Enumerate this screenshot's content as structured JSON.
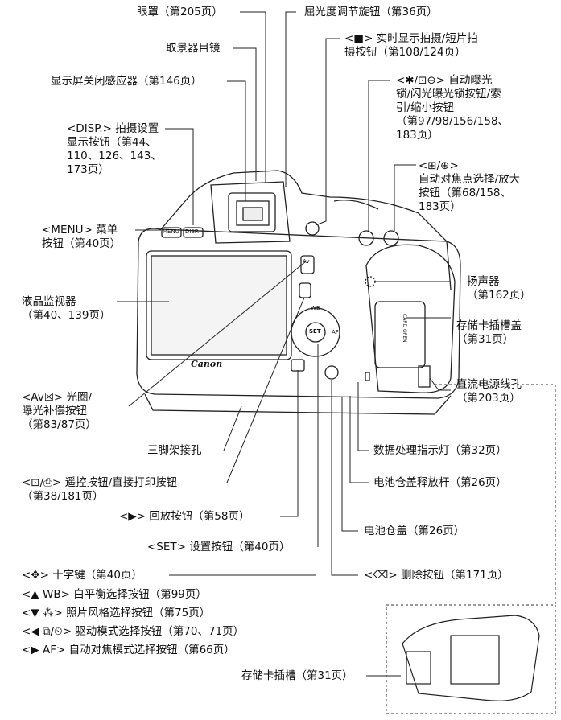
{
  "labels": {
    "eyecup": "眼罩（第205页）",
    "diopter": "屈光度调节旋钮（第36页）",
    "viewfinder_eyepiece": "取景器目镜",
    "liveview_button": "<■> 实时显示拍摄/短片拍\n摄按钮（第108/124页）",
    "display_off_sensor": "显示屏关闭感应器（第146页）",
    "ae_lock_button": "<✱/⊡⊖> 自动曝光\n锁/闪光曝光锁按钮/索\n引/缩小按钮\n（第97/98/156/158、\n183页）",
    "disp_button": "<DISP.> 拍摄设置\n显示按钮（第44、\n110、126、143、\n173页）",
    "af_point_button": "<⊞/⊕>\n自动对焦点选择/放大\n按钮（第68/158、\n183页）",
    "menu_button": "<MENU> 菜单\n按钮（第40页）",
    "speaker": "扬声器\n（第162页）",
    "lcd_monitor": "液晶监视器\n（第40、139页）",
    "card_slot_cover": "存储卡插槽盖\n（第31页）",
    "dc_cord_hole": "直流电源线孔\n（第203页）",
    "av_button": "<Av☒> 光圈/\n曝光补偿按钮\n（第83/87页）",
    "tripod_socket": "三脚架接孔",
    "access_lamp": "数据处理指示灯（第32页）",
    "remote_print_button": "<⊡/⎙> 遥控按钮/直接打印按钮\n（第38/181页）",
    "battery_cover_lever": "电池仓盖释放杆（第26页）",
    "playback_button": "<▶> 回放按钮（第58页）",
    "battery_cover": "电池仓盖（第26页）",
    "set_button": "<SET> 设置按钮（第40页）",
    "cross_keys": "<✥> 十字键（第40页）",
    "erase_button": "<⌫> 删除按钮（第171页）",
    "wb_button": "<▲ WB> 白平衡选择按钮（第99页）",
    "picture_style_button": "<▼ ⁂> 照片风格选择按钮（第75页）",
    "drive_mode_button": "<◀ ⧉/⏲> 驱动模式选择按钮（第70、71页）",
    "af_mode_button": "<▶ AF> 自动对焦模式选择按钮（第66页）",
    "card_slot": "存储卡插槽（第31页）"
  },
  "camera": {
    "brand": "Canon",
    "menu_key": "MENU",
    "disp_key": "DISP.",
    "set_key": "SET",
    "wb_key": "WB",
    "af_key": "AF",
    "av_key": "Av",
    "card_text": "CARD OPEN"
  }
}
